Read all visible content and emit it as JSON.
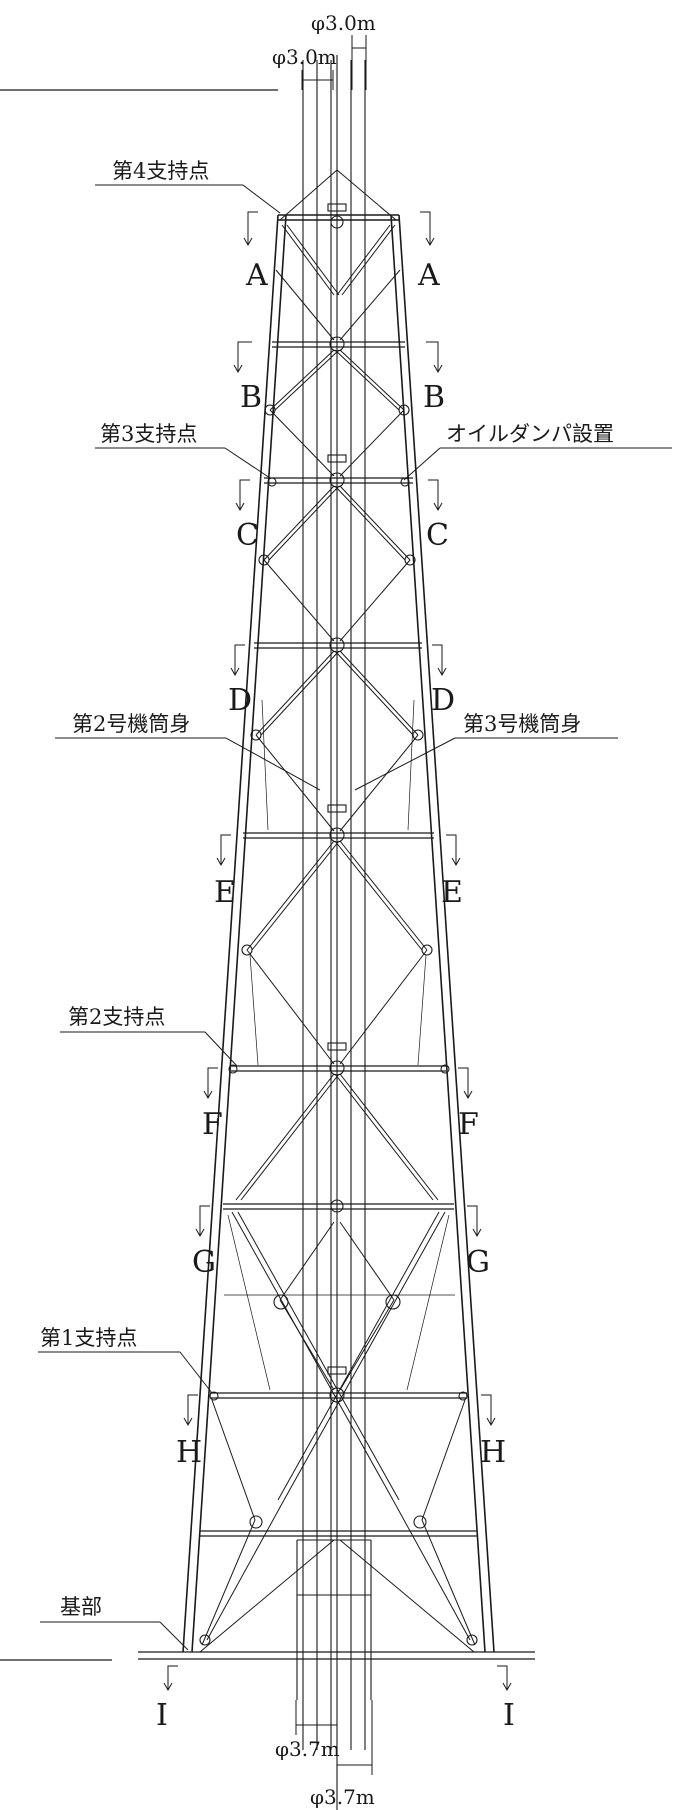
{
  "stack_dimensions": {
    "top_outer": "φ3.0m",
    "top_inner": "φ3.0m",
    "base_inner": "φ3.7m",
    "base_outer": "φ3.7m"
  },
  "support_points": {
    "p4": "第4支持点",
    "p3": "第3支持点",
    "p2": "第2支持点",
    "p1": "第1支持点",
    "base": "基部"
  },
  "callouts": {
    "oil_damper": "オイルダンパ設置",
    "unit2_stack": "第2号機筒身",
    "unit3_stack": "第3号機筒身"
  },
  "section_marks": [
    "A",
    "B",
    "C",
    "D",
    "E",
    "F",
    "G",
    "H",
    "I"
  ],
  "colors": {
    "line": "#1a1a1a",
    "background": "#ffffff"
  }
}
